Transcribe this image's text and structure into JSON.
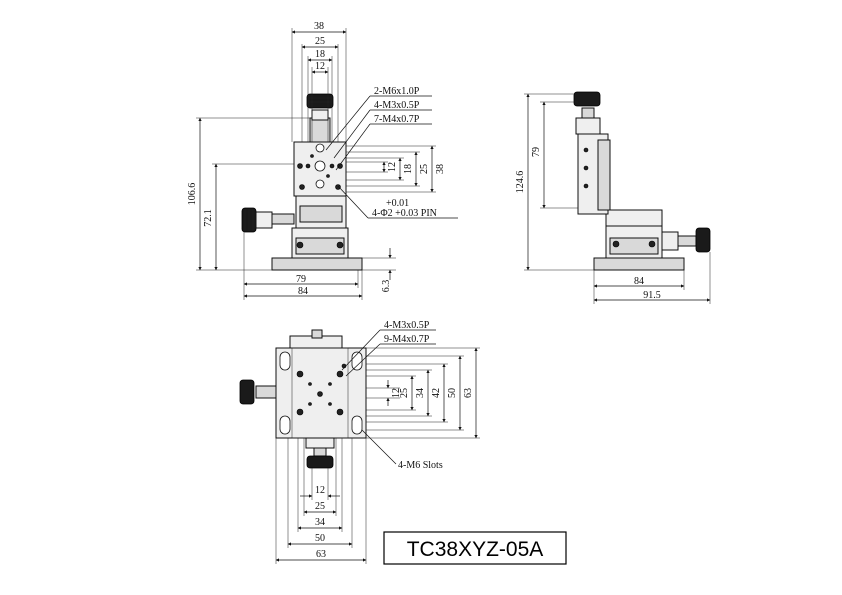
{
  "model_label": "TC38XYZ-05A",
  "front_view": {
    "top_dims": [
      "38",
      "25",
      "18",
      "12"
    ],
    "callouts": [
      "2-M6x1.0P",
      "4-M3x0.5P",
      "7-M4x0.7P"
    ],
    "pin_tolerance": "+0.01",
    "pin_label": "4-Φ2 +0.03 PIN",
    "right_dims": [
      "12",
      "18",
      "25",
      "38"
    ],
    "left_dims": [
      "106.6",
      "72.1"
    ],
    "bottom_dims": [
      "79",
      "84"
    ],
    "base_height": "6.3"
  },
  "side_view": {
    "left_dims": [
      "124.6",
      "79"
    ],
    "bottom_dims": [
      "84",
      "91.5"
    ]
  },
  "top_view": {
    "callouts": [
      "4-M3x0.5P",
      "9-M4x0.7P"
    ],
    "right_dims": [
      "12",
      "25",
      "34",
      "42",
      "50",
      "63"
    ],
    "slot_label": "4-M6 Slots",
    "bottom_dims": [
      "12",
      "25",
      "34",
      "50",
      "63"
    ]
  },
  "icons": [
    "knob-icon",
    "screw-hole-icon",
    "slot-icon"
  ]
}
